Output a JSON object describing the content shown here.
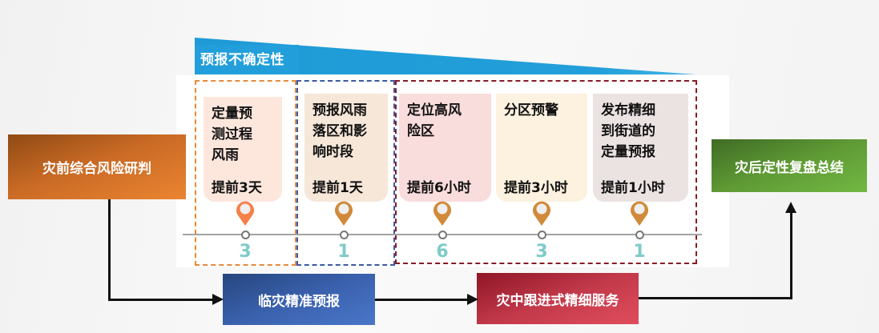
{
  "banner": {
    "title": "预报不确定性",
    "color": "#229fda"
  },
  "stages": {
    "pre": {
      "label": "灾前综合风险研判",
      "color": "#e07b2e"
    },
    "imminent": {
      "label": "临灾精准预报",
      "color": "#3a61ad"
    },
    "during": {
      "label": "灾中跟进式精细服务",
      "color": "#c2394a"
    },
    "post": {
      "label": "灾后定性复盘总结",
      "color": "#5f9a35"
    }
  },
  "groups": [
    {
      "name": "orange-group",
      "border_color": "#e68a3a"
    },
    {
      "name": "blue-group",
      "border_color": "#3c5aa6"
    },
    {
      "name": "red-group",
      "border_color": "#8a1a22"
    }
  ],
  "cards": [
    {
      "desc": "定量预\n测过程\n风雨",
      "lead": "提前3天",
      "number": "3",
      "bg": "#fde7dd",
      "pin_color": "#f5804a"
    },
    {
      "desc": "预报风雨\n落区和影\n响时段",
      "lead": "提前1天",
      "number": "1",
      "bg": "#f6e7d9",
      "pin_color": "#d08a3a"
    },
    {
      "desc": "定位高风\n险区",
      "lead": "提前6小时",
      "number": "6",
      "bg": "#f9dcdc",
      "pin_color": "#d08a3a"
    },
    {
      "desc": "分区预警",
      "lead": "提前3小时",
      "number": "3",
      "bg": "#fdf1df",
      "pin_color": "#d08a3a"
    },
    {
      "desc": "发布精细\n到街道的\n定量预报",
      "lead": "提前1小时",
      "number": "1",
      "bg": "#ebe2e2",
      "pin_color": "#d08a3a"
    }
  ],
  "timeline": {
    "number_color": "#7ecbc9"
  }
}
